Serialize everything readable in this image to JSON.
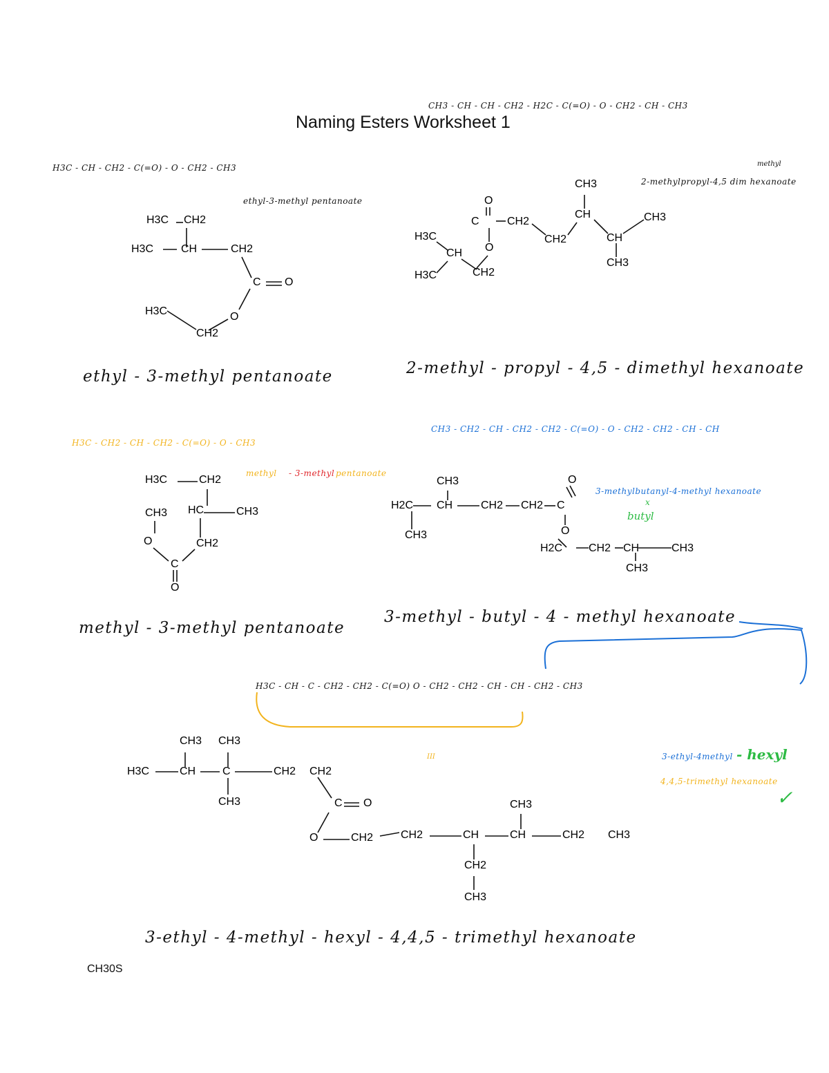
{
  "document": {
    "title": "Naming Esters Worksheet 1",
    "footer": "CH30S"
  },
  "handwritten": {
    "answers": {
      "q1": "ethyl - 3-methyl pentanoate",
      "q2": "2-methyl - propyl - 4,5 - dimethyl hexanoate",
      "q3": "methyl - 3-methyl pentanoate",
      "q4": "3-methyl - butyl - 4 - methyl hexanoate",
      "q5": "3-ethyl - 4-methyl - hexyl - 4,4,5 - trimethyl hexanoate"
    },
    "notes": {
      "q1_name": "ethyl-3-methyl pentanoate",
      "q2_name_a": "2-methylpropyl-4,5 dim hexanoate",
      "q2_name_b": "methyl",
      "q3_name_a": "methyl",
      "q3_name_b": "- 3-methyl",
      "q3_name_c": "pentanoate",
      "q4_name": "3-methylbutanyl-4-methyl hexanoate",
      "q4_mark": "x",
      "q4_correction": "butyl",
      "q5_alcohol": "3-ethyl-4methyl",
      "q5_alcohol_b": "- hexyl",
      "q5_acid": "4,4,5-trimethyl hexanoate",
      "q5_check": "✓",
      "q5_bracket_mark": "III"
    },
    "condensed": {
      "q1": "H3C - CH - CH2 - C(=O) - O - CH2 - CH3",
      "q2": "CH3 - CH - CH - CH2 - H2C - C(=O) - O - CH2 - CH - CH3",
      "q3": "H3C - CH2 - CH - CH2 - C(=O) - O - CH3",
      "q4": "CH3 - CH2 - CH - CH2 - CH2 - C(=O) - O - CH2 - CH2 - CH - CH",
      "q5": "H3C - CH - C - CH2 - CH2 - C(=O) O - CH2 - CH2 - CH - CH - CH2 - CH3"
    }
  },
  "printed_structures": {
    "s1": [
      "H3C",
      "CH2",
      "H3C",
      "CH",
      "CH2",
      "C",
      "O",
      "H3C",
      "O",
      "CH2"
    ],
    "s2": [
      "CH3",
      "O",
      "C",
      "CH2",
      "CH",
      "CH3",
      "H3C",
      "CH2",
      "CH",
      "O",
      "CH",
      "CH2",
      "H3C",
      "CH3"
    ],
    "s3": [
      "H3C",
      "CH2",
      "CH3",
      "HC",
      "CH3",
      "O",
      "CH2",
      "C",
      "O"
    ],
    "s4": [
      "CH3",
      "O",
      "H2C",
      "CH",
      "CH2",
      "CH2",
      "C",
      "CH3",
      "O",
      "H2C",
      "CH2",
      "CH",
      "CH3",
      "CH3"
    ],
    "s5": [
      "CH3",
      "CH3",
      "H3C",
      "CH",
      "C",
      "CH2",
      "CH2",
      "CH3",
      "C",
      "O",
      "CH3",
      "O",
      "CH2",
      "CH2",
      "CH",
      "CH",
      "CH2",
      "CH3",
      "CH2",
      "CH3"
    ]
  }
}
